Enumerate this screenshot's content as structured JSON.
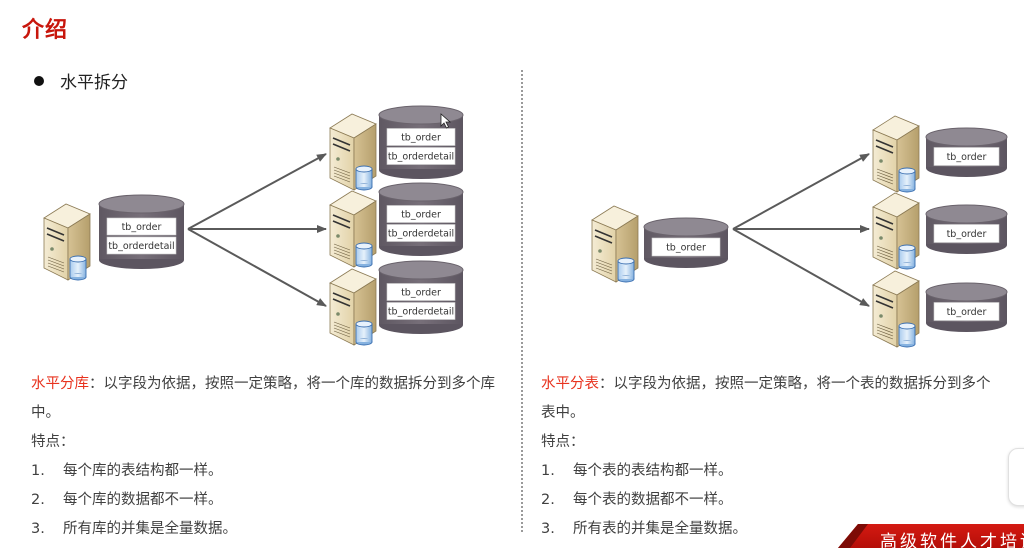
{
  "slide": {
    "title": "介绍",
    "bullet": "水平拆分"
  },
  "left_diagram": {
    "source": {
      "tables": [
        "tb_order",
        "tb_orderdetail"
      ]
    },
    "targets": [
      {
        "tables": [
          "tb_order",
          "tb_orderdetail"
        ]
      },
      {
        "tables": [
          "tb_order",
          "tb_orderdetail"
        ]
      },
      {
        "tables": [
          "tb_order",
          "tb_orderdetail"
        ]
      }
    ]
  },
  "right_diagram": {
    "source": {
      "tables": [
        "tb_order"
      ]
    },
    "targets": [
      {
        "tables": [
          "tb_order"
        ]
      },
      {
        "tables": [
          "tb_order"
        ]
      },
      {
        "tables": [
          "tb_order"
        ]
      }
    ]
  },
  "left_text": {
    "term": "水平分库",
    "definition": "：以字段为依据，按照一定策略，将一个库的数据拆分到多个库中。",
    "features_label": "特点：",
    "features": [
      {
        "num": "1.",
        "text": "每个库的表结构都一样。"
      },
      {
        "num": "2.",
        "text": "每个库的数据都不一样。"
      },
      {
        "num": "3.",
        "text": "所有库的并集是全量数据。"
      }
    ]
  },
  "right_text": {
    "term": "水平分表",
    "definition": "：以字段为依据，按照一定策略，将一个表的数据拆分到多个表中。",
    "features_label": "特点：",
    "features": [
      {
        "num": "1.",
        "text": "每个表的表结构都一样。"
      },
      {
        "num": "2.",
        "text": "每个表的数据都不一样。"
      },
      {
        "num": "3.",
        "text": "所有表的并集是全量数据。"
      }
    ]
  },
  "banner": {
    "text": "高级软件人才培训"
  },
  "colors": {
    "title_red": "#c8160c",
    "highlight_red": "#e8321e",
    "cylinder_body": "#6e6770",
    "cylinder_top": "#8f8992",
    "arrow": "#5a5a5a",
    "server_beige": "#e9dcbc",
    "banner_red": "#c8140c"
  }
}
